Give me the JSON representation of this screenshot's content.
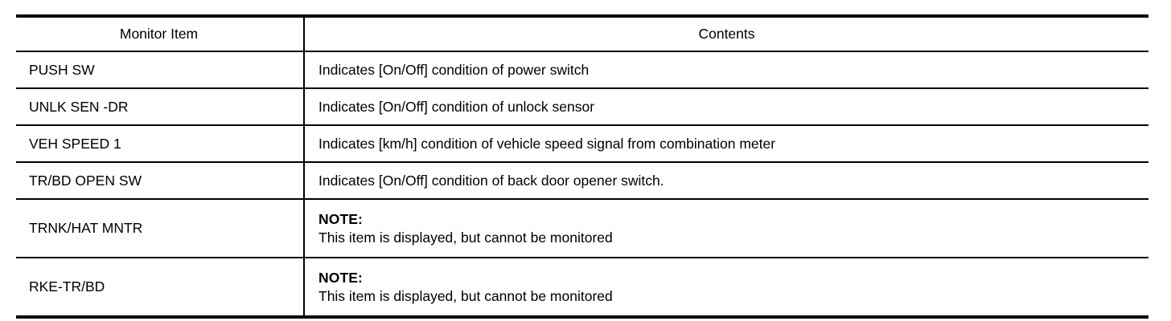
{
  "table": {
    "name": "monitor-item-contents-table",
    "headers": {
      "item": "Monitor Item",
      "contents": "Contents"
    },
    "rows": [
      {
        "item": "PUSH SW",
        "contents": "Indicates [On/Off] condition of power switch",
        "note": false
      },
      {
        "item": "UNLK SEN -DR",
        "contents": "Indicates [On/Off] condition of unlock sensor",
        "note": false
      },
      {
        "item": "VEH SPEED 1",
        "contents": "Indicates [km/h] condition of vehicle speed signal from combination meter",
        "note": false
      },
      {
        "item": "TR/BD OPEN SW",
        "contents": "Indicates [On/Off] condition of back door opener switch.",
        "note": false
      },
      {
        "item": "TRNK/HAT MNTR",
        "note": true,
        "note_title": "NOTE:",
        "note_body": "This item is displayed, but cannot be monitored"
      },
      {
        "item": "RKE-TR/BD",
        "note": true,
        "note_title": "NOTE:",
        "note_body": "This item is displayed, but cannot be monitored"
      }
    ]
  },
  "colors": {
    "ink": "#000000",
    "paper": "#ffffff"
  }
}
